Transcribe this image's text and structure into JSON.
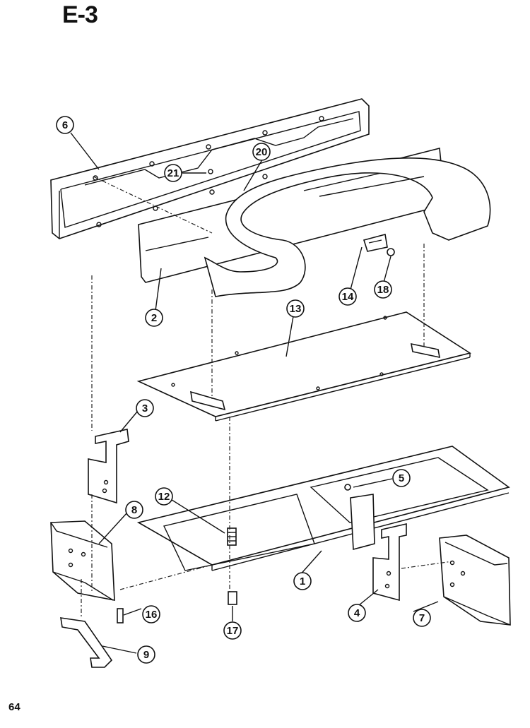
{
  "diagram": {
    "title": "E-3",
    "page_number": "64",
    "callouts": [
      {
        "id": "c1",
        "label": "1"
      },
      {
        "id": "c2",
        "label": "2"
      },
      {
        "id": "c3",
        "label": "3"
      },
      {
        "id": "c4",
        "label": "4"
      },
      {
        "id": "c5",
        "label": "5"
      },
      {
        "id": "c6",
        "label": "6"
      },
      {
        "id": "c7",
        "label": "7"
      },
      {
        "id": "c8",
        "label": "8"
      },
      {
        "id": "c9",
        "label": "9"
      },
      {
        "id": "c12",
        "label": "12"
      },
      {
        "id": "c13",
        "label": "13"
      },
      {
        "id": "c14",
        "label": "14"
      },
      {
        "id": "c16",
        "label": "16"
      },
      {
        "id": "c17",
        "label": "17"
      },
      {
        "id": "c18",
        "label": "18"
      },
      {
        "id": "c20",
        "label": "20"
      },
      {
        "id": "c21",
        "label": "21"
      }
    ]
  }
}
